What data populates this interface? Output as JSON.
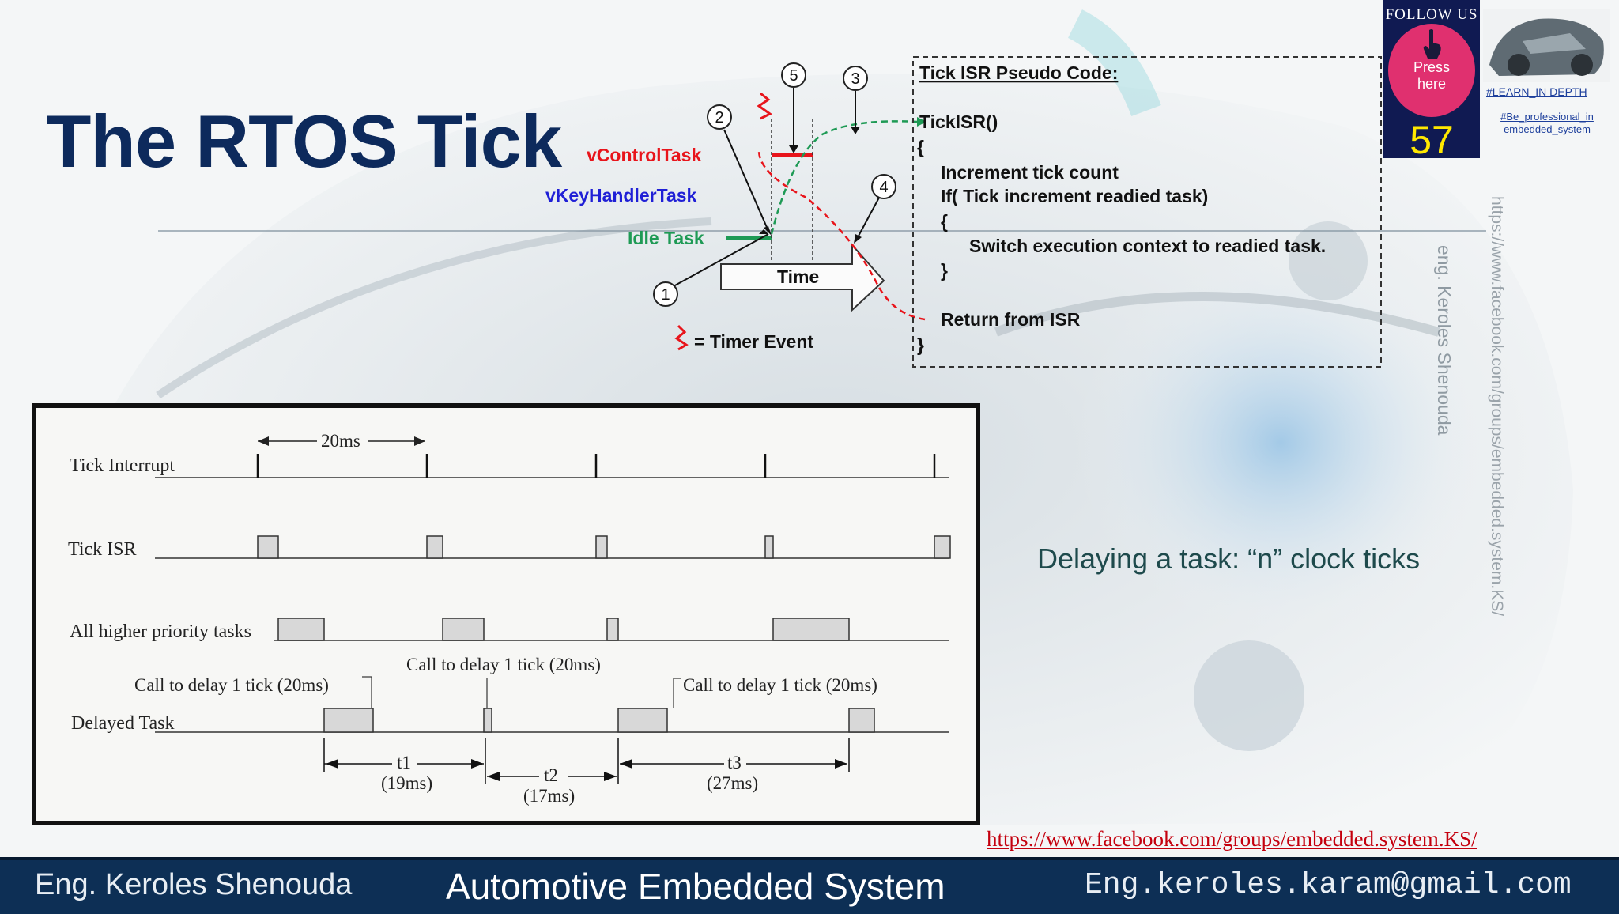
{
  "slide": {
    "title": "The RTOS Tick",
    "caption": "Delaying a task: “n” clock ticks"
  },
  "rtos_diagram": {
    "tasks": [
      "vControlTask",
      "vKeyHandlerTask",
      "Idle Task"
    ],
    "time_label": "Time",
    "legend": "= Timer Event",
    "markers": [
      "1",
      "2",
      "3",
      "4",
      "5"
    ],
    "pseudo_code_title": "Tick ISR Pseudo Code:",
    "pseudo_code": [
      "TickISR()",
      "{",
      "Increment tick count",
      "If( Tick increment readied task)",
      "{",
      "Switch execution context to readied task.",
      "}",
      "Return from ISR",
      "}"
    ],
    "colors": {
      "control": "#e8141b",
      "key": "#1f1fd6",
      "idle": "#1e9a55"
    }
  },
  "timing": {
    "period_label": "20ms",
    "rows": [
      "Tick Interrupt",
      "Tick ISR",
      "All higher priority tasks",
      "Delayed Task"
    ],
    "calls": [
      "Call to delay 1 tick (20ms)",
      "Call to delay 1 tick (20ms)",
      "Call to delay 1 tick (20ms)"
    ],
    "intervals": [
      {
        "name": "t1",
        "value": "(19ms)"
      },
      {
        "name": "t2",
        "value": "(17ms)"
      },
      {
        "name": "t3",
        "value": "(27ms)"
      }
    ]
  },
  "watermark": {
    "author": "eng. Keroles Shenouda",
    "url": "https://www.facebook.com/groups/embedded.system.KS/"
  },
  "follow": {
    "heading": "FOLLOW US",
    "press": [
      "Press",
      "here"
    ],
    "number": "57",
    "tag1": "#LEARN_IN DEPTH",
    "tag2": "#Be_professional_in embedded_system"
  },
  "fb_link": "https://www.facebook.com/groups/embedded.system.KS/",
  "footer": {
    "left": "Eng. Keroles Shenouda",
    "center": "Automotive Embedded System",
    "right": "Eng.keroles.karam@gmail.com"
  }
}
